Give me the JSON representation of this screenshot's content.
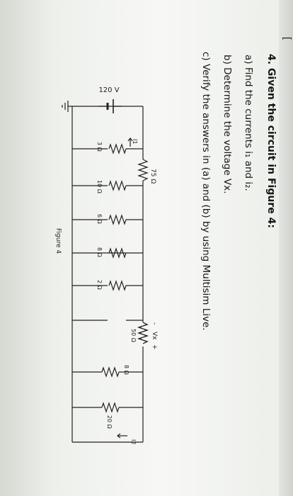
{
  "question": {
    "title": "4. Given the circuit in Figure 4:",
    "part_a": "a) Find the currents i₁ and i₂.",
    "part_b": "b) Determine the voltage Vx.",
    "part_c": "c) Verify the answers in (a) and (b) by using Multisim Live."
  },
  "circuit": {
    "source": "120 V",
    "r_series": "75 Ω",
    "i1": "I1",
    "i2": "I2",
    "r3": "3 Ω",
    "r10": "10 Ω",
    "r6": "6 Ω",
    "r8a": "8 Ω",
    "r2": "2 Ω",
    "r50": "50 Ω",
    "r8b": "8 Ω",
    "r20": "20 Ω",
    "vx_minus": "-",
    "vx": "Vx",
    "vx_plus": "+"
  },
  "figure_caption": "Figure 4",
  "edge_mark": "["
}
